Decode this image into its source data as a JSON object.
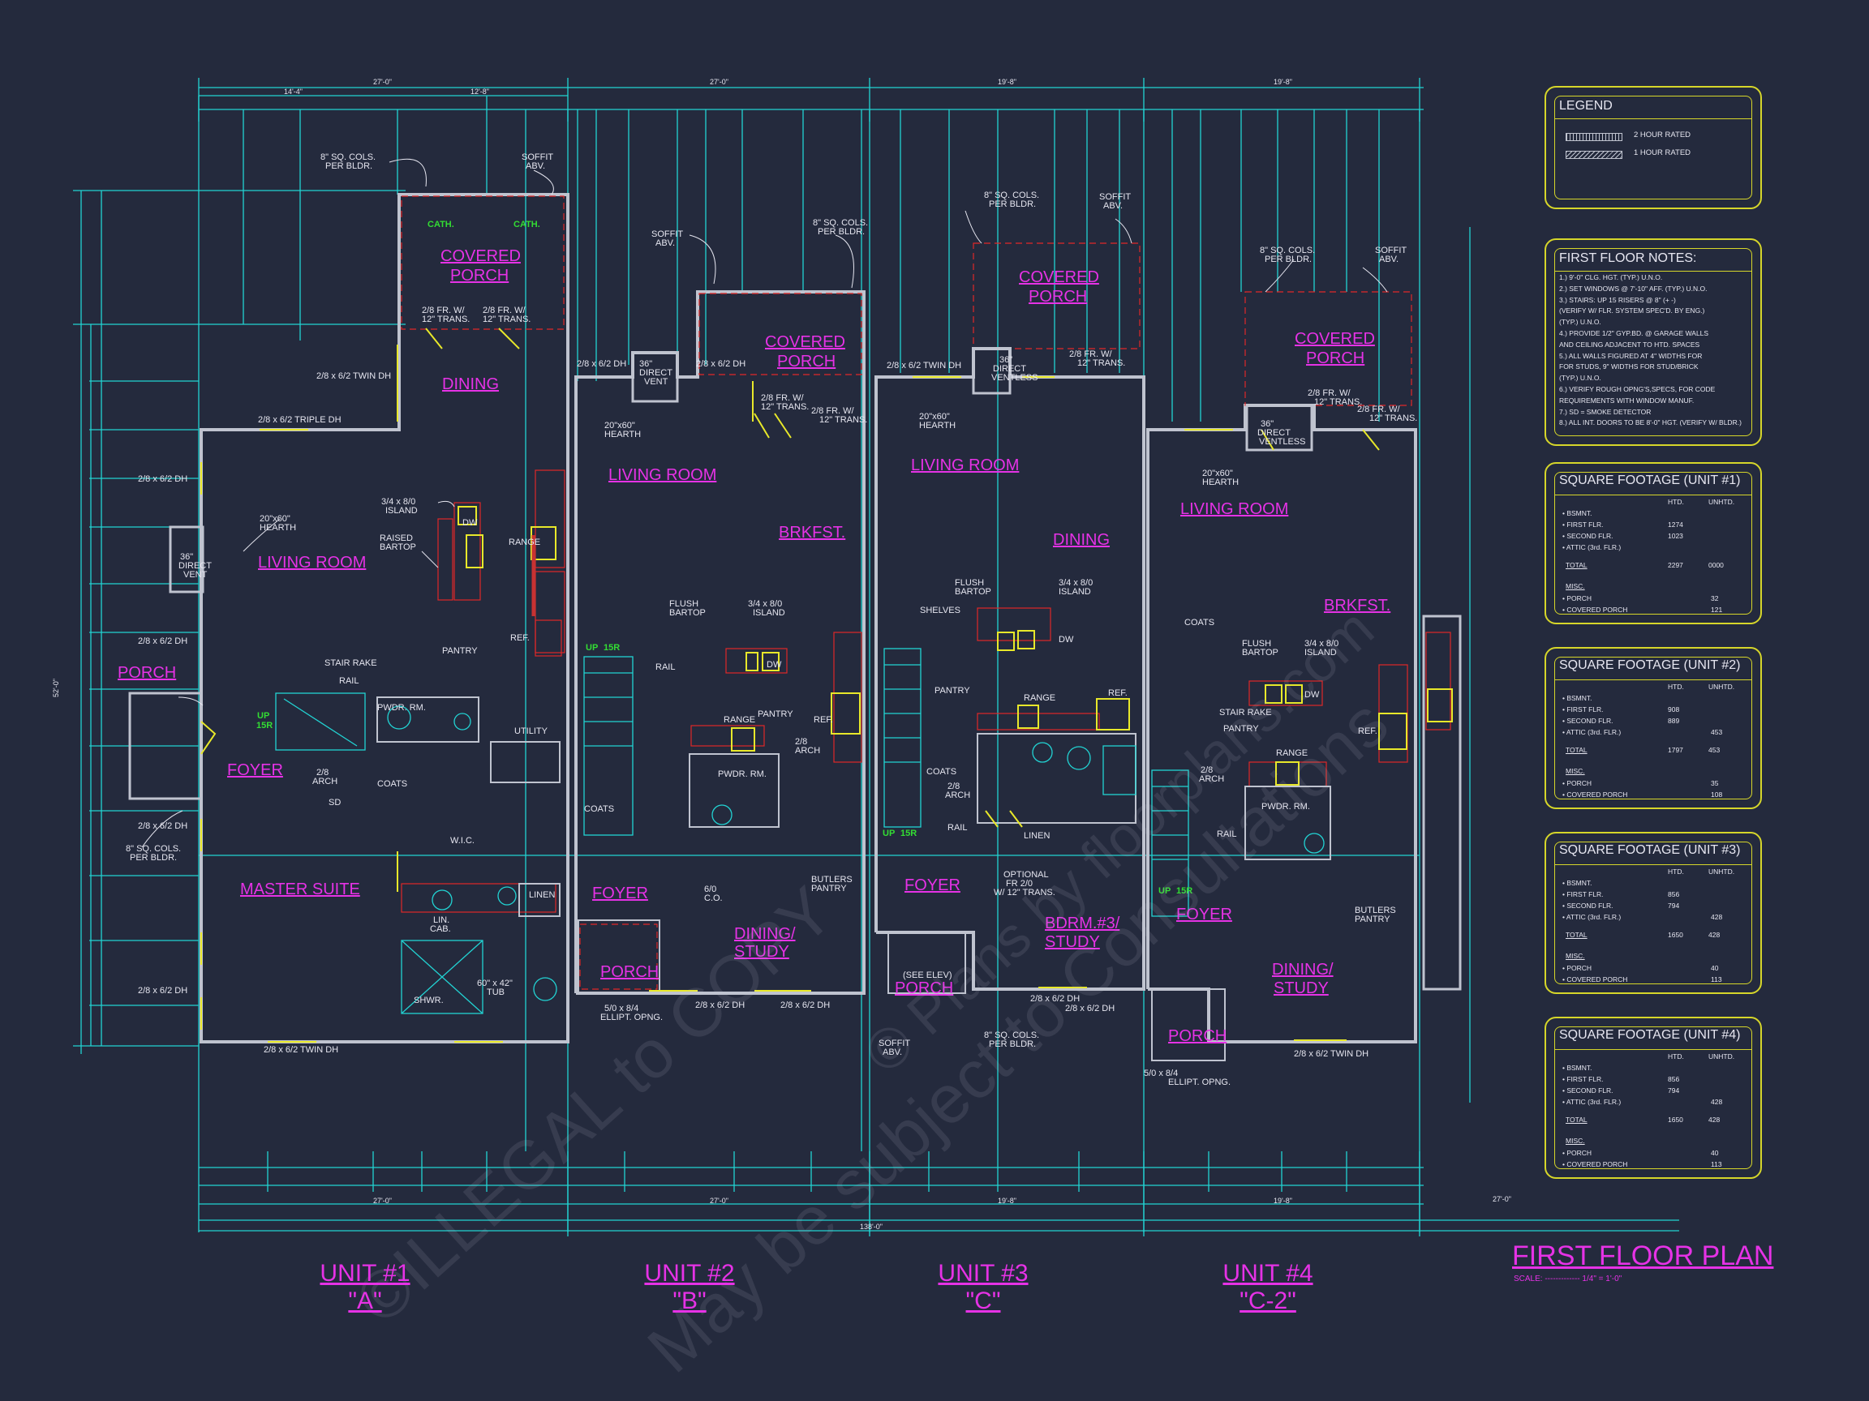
{
  "sheet": {
    "title": "FIRST FLOOR PLAN",
    "scale": "SCALE: ------------- 1/4\" = 1'-0\"",
    "watermark1": "©ILLEGAL to COPY",
    "watermark2": "May be subject to Consultations",
    "watermark3": "© Plans by floorplans.com"
  },
  "units": [
    {
      "name": "UNIT #1",
      "code": "\"A\""
    },
    {
      "name": "UNIT #2",
      "code": "\"B\""
    },
    {
      "name": "UNIT #3",
      "code": "\"C\""
    },
    {
      "name": "UNIT #4",
      "code": "\"C-2\""
    }
  ],
  "legend": {
    "title": "LEGEND",
    "rated2": "2 HOUR RATED",
    "rated1": "1 HOUR RATED"
  },
  "notes": {
    "title": "FIRST FLOOR NOTES:",
    "lines": [
      "1.) 9'-0\" CLG. HGT. (TYP.) U.N.O.",
      "2.) SET WINDOWS @ 7'-10\" AFF. (TYP.) U.N.O.",
      "3.) STAIRS: UP 15 RISERS @ 8\" (+ -)",
      "     (VERIFY W/ FLR. SYSTEM SPEC'D. BY ENG.)",
      "     (TYP.) U.N.O.",
      "4.) PROVIDE 1/2\" GYP.BD. @ GARAGE WALLS",
      "     AND CEILING ADJACENT TO HTD. SPACES",
      "5.) ALL WALLS FIGURED AT 4\" WIDTHS FOR",
      "     FOR STUDS, 9\" WIDTHS FOR STUD/BRICK",
      "     (TYP.) U.N.O.",
      "6.) VERIFY ROUGH OPNG'S,SPECS, FOR CODE",
      "     REQUIREMENTS WITH WINDOW MANUF.",
      "7.) SD = SMOKE DETECTOR",
      "8.) ALL INT. DOORS TO BE 8'-0\" HGT. (VERIFY W/ BLDR.)"
    ]
  },
  "sqft": [
    {
      "title": "SQUARE FOOTAGE (UNIT #1)",
      "htd": "HTD.",
      "unhtd": "UNHTD.",
      "rows": [
        [
          "• BSMNT.",
          "",
          ""
        ],
        [
          "• FIRST FLR.",
          "1274",
          ""
        ],
        [
          "• SECOND FLR.",
          "1023",
          ""
        ],
        [
          "• ATTIC (3rd. FLR.)",
          "",
          ""
        ]
      ],
      "total": [
        "TOTAL",
        "2297",
        "0000"
      ],
      "misc": "MISC.",
      "miscrows": [
        [
          "• PORCH",
          "",
          "32"
        ],
        [
          "• COVERED PORCH",
          "",
          "121"
        ]
      ]
    },
    {
      "title": "SQUARE FOOTAGE (UNIT #2)",
      "htd": "HTD.",
      "unhtd": "UNHTD.",
      "rows": [
        [
          "• BSMNT.",
          "",
          ""
        ],
        [
          "• FIRST FLR.",
          "908",
          ""
        ],
        [
          "• SECOND FLR.",
          "889",
          ""
        ],
        [
          "• ATTIC (3rd. FLR.)",
          "",
          "453"
        ]
      ],
      "total": [
        "TOTAL",
        "1797",
        "453"
      ],
      "misc": "MISC.",
      "miscrows": [
        [
          "• PORCH",
          "",
          "35"
        ],
        [
          "• COVERED PORCH",
          "",
          "108"
        ]
      ]
    },
    {
      "title": "SQUARE FOOTAGE (UNIT #3)",
      "htd": "HTD.",
      "unhtd": "UNHTD.",
      "rows": [
        [
          "• BSMNT.",
          "",
          ""
        ],
        [
          "• FIRST FLR.",
          "856",
          ""
        ],
        [
          "• SECOND FLR.",
          "794",
          ""
        ],
        [
          "• ATTIC (3rd. FLR.)",
          "",
          "428"
        ]
      ],
      "total": [
        "TOTAL",
        "1650",
        "428"
      ],
      "misc": "MISC.",
      "miscrows": [
        [
          "• PORCH",
          "",
          "40"
        ],
        [
          "• COVERED PORCH",
          "",
          "113"
        ]
      ]
    },
    {
      "title": "SQUARE FOOTAGE (UNIT #4)",
      "htd": "HTD.",
      "unhtd": "UNHTD.",
      "rows": [
        [
          "• BSMNT.",
          "",
          ""
        ],
        [
          "• FIRST FLR.",
          "856",
          ""
        ],
        [
          "• SECOND FLR.",
          "794",
          ""
        ],
        [
          "• ATTIC (3rd. FLR.)",
          "",
          "428"
        ]
      ],
      "total": [
        "TOTAL",
        "1650",
        "428"
      ],
      "misc": "MISC.",
      "miscrows": [
        [
          "• PORCH",
          "",
          "40"
        ],
        [
          "• COVERED PORCH",
          "",
          "113"
        ]
      ]
    }
  ],
  "rooms": {
    "u1_covered_porch_1": "COVERED",
    "u1_covered_porch_2": "PORCH",
    "u1_dining": "DINING",
    "u1_living": "LIVING ROOM",
    "u1_porch": "PORCH",
    "u1_foyer": "FOYER",
    "u1_master": "MASTER SUITE",
    "u2_covered_porch_1": "COVERED",
    "u2_covered_porch_2": "PORCH",
    "u2_living": "LIVING ROOM",
    "u2_brkfst": "BRKFST.",
    "u2_foyer": "FOYER",
    "u2_porch": "PORCH",
    "u2_dining_1": "DINING/",
    "u2_dining_2": "STUDY",
    "u3_covered_porch_1": "COVERED",
    "u3_covered_porch_2": "PORCH",
    "u3_living": "LIVING ROOM",
    "u3_dining": "DINING",
    "u3_foyer": "FOYER",
    "u3_porch": "PORCH",
    "u3_bdrm_1": "BDRM.#3/",
    "u3_bdrm_2": "STUDY",
    "u4_covered_porch_1": "COVERED",
    "u4_covered_porch_2": "PORCH",
    "u4_living": "LIVING ROOM",
    "u4_brkfst": "BRKFST.",
    "u4_foyer": "FOYER",
    "u4_porch": "PORCH",
    "u4_dining_1": "DINING/",
    "u4_dining_2": "STUDY"
  },
  "labels": {
    "cols": "8\" SQ. COLS.",
    "perbldr": "PER BLDR.",
    "soffit": "SOFFIT",
    "abv": "ABV.",
    "cath": "CATH.",
    "fr_trans_1": "2/8 FR. W/",
    "fr_trans_2": "12\" TRANS.",
    "twin_dh": "2/8 x 6/2 TWIN DH",
    "triple_dh": "2/8 x 6/2 TRIPLE DH",
    "dh": "2/8 x 6/2 DH",
    "island_1": "3/4 x 8/0",
    "island_2": "ISLAND",
    "hearth_1": "20\"x60\"",
    "hearth_2": "HEARTH",
    "raised_1": "RAISED",
    "raised_2": "BARTOP",
    "range": "RANGE",
    "ref": "REF.",
    "pantry": "PANTRY",
    "stair_rake": "STAIR RAKE",
    "rail": "RAIL",
    "pwdr": "PWDR. RM.",
    "utility": "UTILITY",
    "coats": "COATS",
    "wic": "W.I.C.",
    "linen": "LINEN",
    "lincab_1": "LIN.",
    "lincab_2": "CAB.",
    "shwr": "SHWR.",
    "tub_1": "60\" x 42\"",
    "tub_2": "TUB",
    "arch_1": "2/8",
    "arch_2": "ARCH",
    "direct_1": "36\"",
    "direct_2": "DIRECT",
    "direct_3": "VENT",
    "ventless": "VENTLESS",
    "flush_1": "FLUSH",
    "flush_2": "BARTOP",
    "shelves": "SHELVES",
    "butlers_1": "BUTLERS",
    "butlers_2": "PANTRY",
    "co_1": "6/0",
    "co_2": "C.O.",
    "ellipt_1": "5/0 x 8/4",
    "ellipt_2": "ELLIPT. OPNG.",
    "optional_1": "OPTIONAL",
    "optional_2": "FR 2/0",
    "optional_3": "W/ 12\" TRANS.",
    "see_elev": "(SEE ELEV)",
    "dw": "DW",
    "up": "UP",
    "fifteen_r": "15R",
    "sd": "SD",
    "dim_27": "27'-0\"",
    "dim_138": "138'-0\"",
    "dim_52": "52'-0\"",
    "dim_19": "19'-8\"",
    "dim_14": "14'-4\"",
    "dim_12": "12'-8\""
  }
}
